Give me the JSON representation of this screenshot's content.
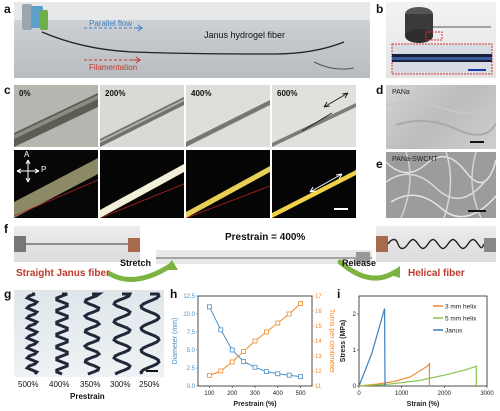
{
  "panel_letters": [
    "a",
    "b",
    "c",
    "d",
    "e",
    "f",
    "g",
    "h",
    "i"
  ],
  "panel_a": {
    "parallel_flow": "Parallel flow",
    "filamentation": "Filamentation",
    "fiber_label": "Janus hydrogel fiber",
    "colors": {
      "parallel": "#3d7fbf",
      "filament": "#c0392b"
    }
  },
  "panel_c": {
    "strains": [
      "0%",
      "200%",
      "400%",
      "600%"
    ],
    "axis_a": "A",
    "axis_p": "P"
  },
  "panel_d": {
    "label": "PANa"
  },
  "panel_e": {
    "label": "PANa-SWCNT"
  },
  "panel_f": {
    "prestrain": "Prestrain = 400%",
    "stretch": "Stretch",
    "release": "Release",
    "straight": "Straight Janus fiber",
    "helical": "Helical fiber",
    "colors": {
      "red": "#c0392b",
      "arrow": "#7cb342"
    }
  },
  "panel_g": {
    "prestrains": [
      "500%",
      "400%",
      "350%",
      "300%",
      "250%"
    ],
    "xlabel": "Prestrain"
  },
  "chart_data": [
    {
      "type": "line",
      "panel": "h",
      "xlabel": "Prestrain  (%)",
      "ylabel": "Diameter (mm)",
      "y2label": "Turns per centimeter",
      "xlim": [
        50,
        550
      ],
      "ylim": [
        0,
        12.5
      ],
      "y2lim": [
        11,
        17
      ],
      "xticks": [
        100,
        200,
        300,
        400,
        500
      ],
      "yticks": [
        0,
        2.5,
        5.0,
        7.5,
        10.0,
        12.5
      ],
      "ytick_labels": [
        "0.0",
        "2.5",
        "5.0",
        "7.5",
        "10.0",
        "12.5"
      ],
      "y2ticks": [
        11,
        12,
        13,
        14,
        15,
        16,
        17
      ],
      "series": [
        {
          "name": "Diameter",
          "axis": "left",
          "color": "#4a90c8",
          "x": [
            100,
            150,
            200,
            250,
            300,
            350,
            400,
            450,
            500
          ],
          "values": [
            11.0,
            7.8,
            5.0,
            3.4,
            2.6,
            2.0,
            1.7,
            1.5,
            1.3
          ]
        },
        {
          "name": "Turns",
          "axis": "right",
          "color": "#f08a2c",
          "x": [
            100,
            150,
            200,
            250,
            300,
            350,
            400,
            450,
            500
          ],
          "values": [
            11.7,
            12.0,
            12.6,
            13.3,
            14.0,
            14.6,
            15.2,
            15.8,
            16.5
          ]
        }
      ]
    },
    {
      "type": "line",
      "panel": "i",
      "xlabel": "Strain (%)",
      "ylabel": "Stress (MPa)",
      "xlim": [
        0,
        3000
      ],
      "ylim": [
        0,
        2.5
      ],
      "xticks": [
        0,
        1000,
        2000,
        3000
      ],
      "yticks": [
        0,
        1,
        2
      ],
      "legend": "top-right",
      "series": [
        {
          "name": "3 mm helix",
          "color": "#f08a2c",
          "x": [
            0,
            400,
            800,
            1200,
            1600,
            1650,
            1650
          ],
          "values": [
            0,
            0.05,
            0.12,
            0.25,
            0.55,
            0.62,
            0
          ]
        },
        {
          "name": "5 mm helix",
          "color": "#8bc34a",
          "x": [
            0,
            700,
            1400,
            2000,
            2500,
            2750,
            2750
          ],
          "values": [
            0,
            0.05,
            0.15,
            0.3,
            0.45,
            0.55,
            0
          ]
        },
        {
          "name": "Janus",
          "color": "#3d7fbf",
          "x": [
            0,
            300,
            600,
            610
          ],
          "values": [
            0,
            0.9,
            2.15,
            0
          ]
        }
      ]
    }
  ]
}
